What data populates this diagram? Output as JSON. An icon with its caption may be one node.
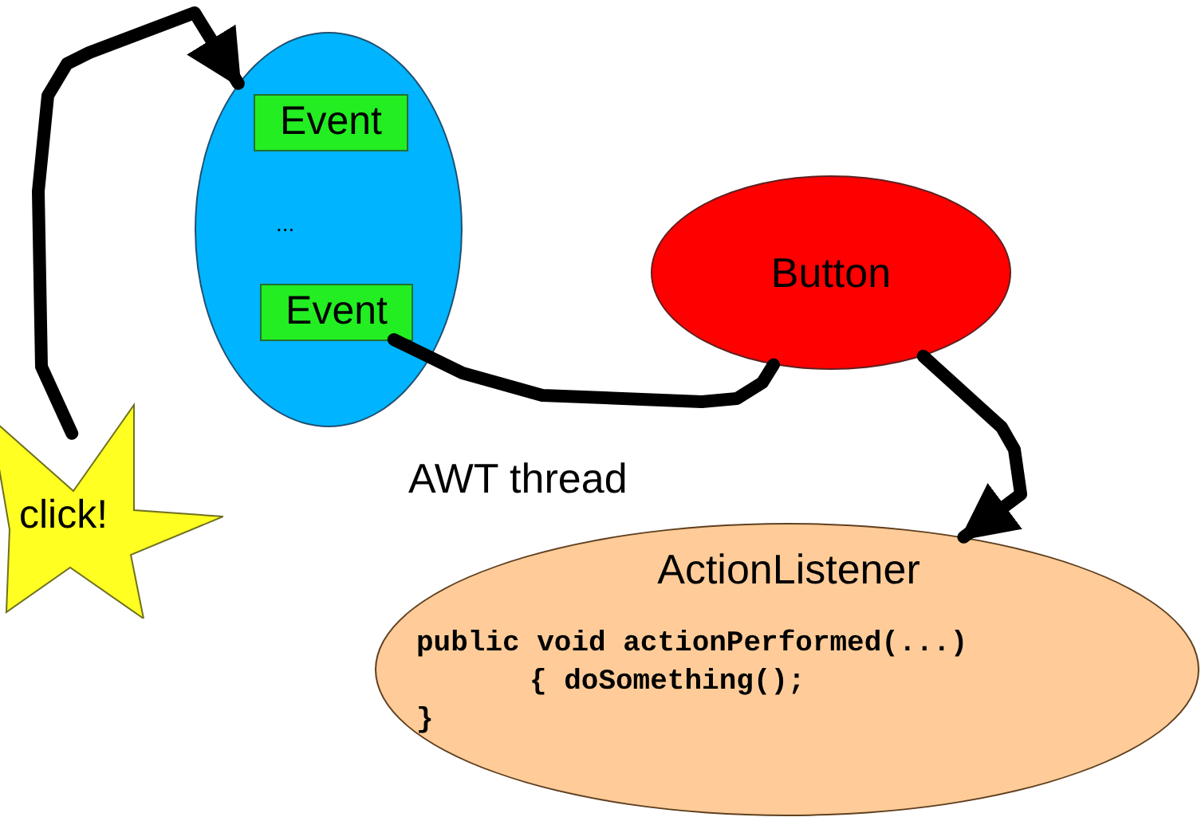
{
  "diagram": {
    "nodes": [
      {
        "text": [
          "click!"
        ]
      },
      {
        "text": [
          "..."
        ]
      },
      {
        "text": [
          "Event"
        ],
        "in": 1
      },
      {
        "text": [
          "Event"
        ],
        "in": 1
      },
      {
        "text": [
          "Button"
        ]
      },
      {
        "text": [
          "ActionListener",
          "public void actionPerformed(...)",
          "{ doSomething();",
          "}"
        ]
      }
    ],
    "edges": [
      {
        "from": 0,
        "to": 1,
        "arrow": "to"
      },
      {
        "from": 3,
        "to": 4,
        "arrow": "none"
      },
      {
        "from": 4,
        "to": 5,
        "arrow": "to"
      }
    ],
    "labels": [
      "AWT thread"
    ]
  }
}
